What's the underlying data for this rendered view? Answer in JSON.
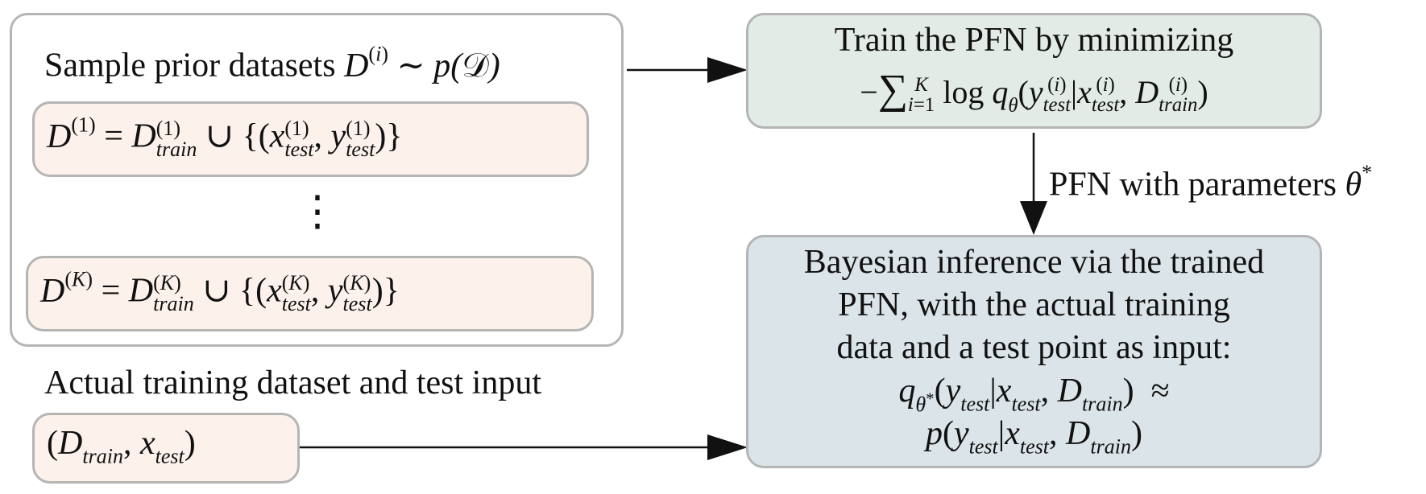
{
  "colors": {
    "box_border": "#b5b5b5",
    "sample_fill": "#fdf1eb",
    "train_fill": "#e2ebe5",
    "infer_fill": "#dbe4e8",
    "actual_fill": "#fdf1eb",
    "arrow": "#111111"
  },
  "prior": {
    "title_text": "Sample prior datasets",
    "title_math": "D(i) ∼ p(𝒟)",
    "dataset_first": "D(1) = D(1)train ∪ {(x(1)test, y(1)test)}",
    "ellipsis": "⋮",
    "dataset_last": "D(K) = D(K)train ∪ {(x(K)test, y(K)test)}"
  },
  "train": {
    "line1": "Train the PFN by minimizing",
    "line2": "−∑Ki=1 log qθ(y(i)test|x(i)test, D(i)train)"
  },
  "edge_label": "PFN with parameters θ*",
  "inference": {
    "line1": "Bayesian inference via the trained",
    "line2": "PFN, with the actual training",
    "line3": "data and a test point as input:",
    "line4": "qθ*(ytest|xtest, Dtrain) ≈",
    "line5": "p(ytest|xtest, Dtrain)"
  },
  "actual": {
    "title": "Actual training dataset and test input",
    "input": "(Dtrain, xtest)"
  }
}
